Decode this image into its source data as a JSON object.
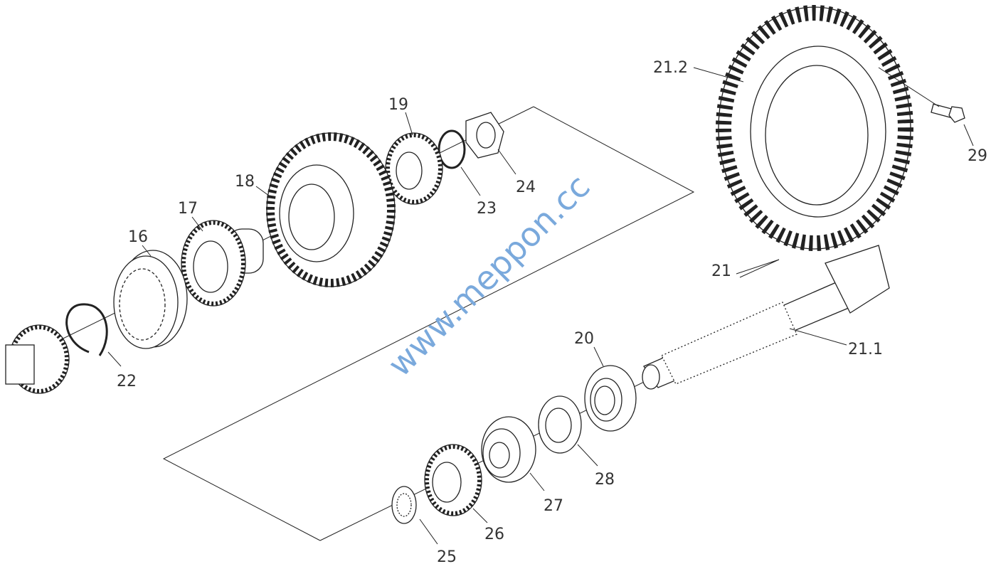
{
  "diagram": {
    "labels": {
      "p16": "16",
      "p17": "17",
      "p18": "18",
      "p19": "19",
      "p20": "20",
      "p21": "21",
      "p21_1": "21.1",
      "p21_2": "21.2",
      "p22": "22",
      "p23": "23",
      "p24": "24",
      "p25": "25",
      "p26": "26",
      "p27": "27",
      "p28": "28",
      "p29": "29"
    },
    "watermark": "www.meppon.cc",
    "colors": {
      "watermark": "#7aa9dc",
      "lines": "#222222"
    }
  }
}
